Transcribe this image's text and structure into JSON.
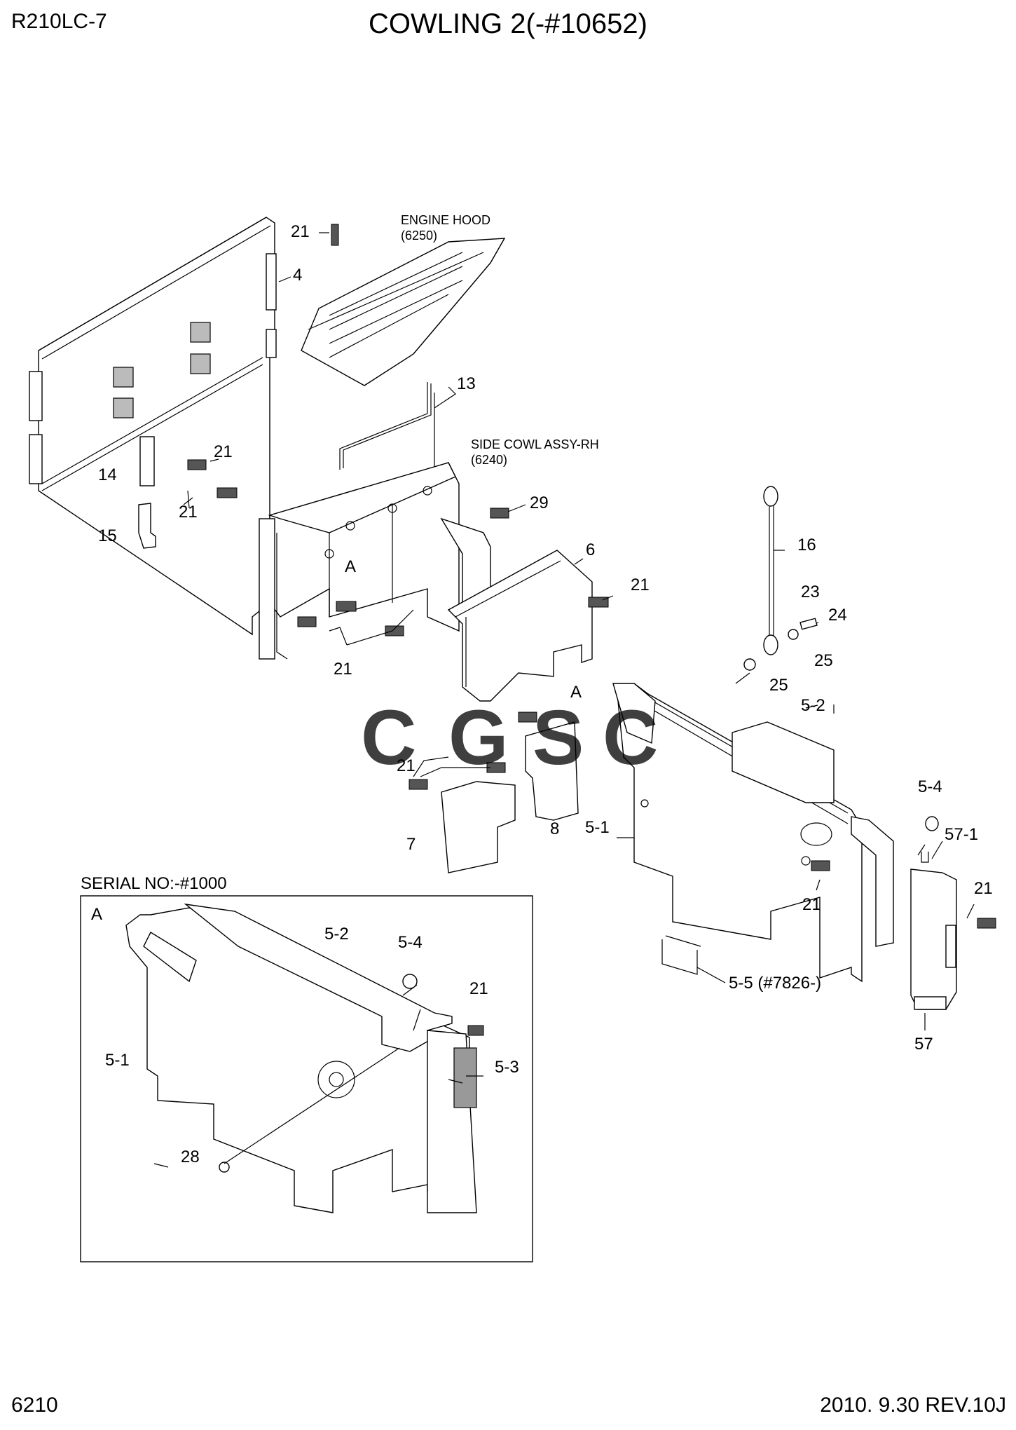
{
  "header": {
    "model": "R210LC-7",
    "title": "COWLING 2(-#10652)"
  },
  "footer": {
    "page_number": "6210",
    "revision": "2010. 9.30 REV.10J"
  },
  "notes": {
    "engine_hood": "ENGINE HOOD",
    "engine_hood_ref": "(6250)",
    "side_cowl": "SIDE COWL ASSY-RH",
    "side_cowl_ref": "(6240)",
    "serial_label": "SERIAL NO:-#1000"
  },
  "callouts": {
    "c21_top": "21",
    "c4": "4",
    "c13": "13",
    "c21_a": "21",
    "c14": "14",
    "c15": "15",
    "c21_b": "21",
    "c29": "29",
    "c6": "6",
    "c21_c": "21",
    "c21_d": "21",
    "ref_a1": "A",
    "c16": "16",
    "c23": "23",
    "c24": "24",
    "c25_a": "25",
    "c25_b": "25",
    "c5_2": "5-2",
    "ref_a2": "A",
    "c21_e": "21",
    "c7": "7",
    "c8": "8",
    "c5_1": "5-1",
    "c5_4": "5-4",
    "c57_1": "57-1",
    "c21_f": "21",
    "c21_g": "21",
    "c5_5": "5-5 (#7826-)",
    "c57": "57",
    "inset_a": "A",
    "inset_5_2": "5-2",
    "inset_5_4": "5-4",
    "inset_21": "21",
    "inset_5_1": "5-1",
    "inset_5_3": "5-3",
    "inset_28": "28"
  },
  "watermark": {
    "letters": [
      "C",
      "G",
      "S",
      "C"
    ],
    "colors": [
      "#4a86e8",
      "#e06666",
      "#f1c232",
      "#3fae72"
    ]
  }
}
